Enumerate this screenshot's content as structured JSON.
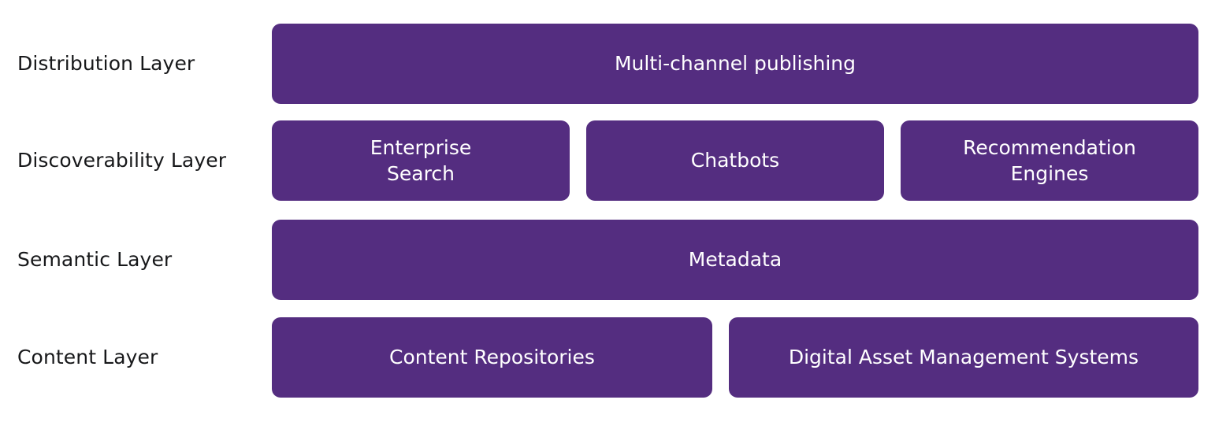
{
  "diagram": {
    "accent_color": "#542D80",
    "label_color": "#17181a",
    "box_text_color": "#ffffff",
    "background_color": "#ffffff",
    "rows": [
      {
        "id": "distribution",
        "label": "Distribution Layer",
        "boxes": [
          {
            "label": "Multi-channel publishing",
            "flex": 1
          }
        ]
      },
      {
        "id": "discoverability",
        "label": "Discoverability Layer",
        "boxes": [
          {
            "label": "Enterprise\nSearch",
            "flex": 1
          },
          {
            "label": "Chatbots",
            "flex": 1
          },
          {
            "label": "Recommendation\nEngines",
            "flex": 1
          }
        ]
      },
      {
        "id": "semantic",
        "label": "Semantic Layer",
        "boxes": [
          {
            "label": "Metadata",
            "flex": 1
          }
        ]
      },
      {
        "id": "content",
        "label": "Content Layer",
        "boxes": [
          {
            "label": "Content Repositories",
            "flex": 1
          },
          {
            "label": "Digital Asset Management Systems",
            "flex": 1.07
          }
        ]
      }
    ]
  }
}
